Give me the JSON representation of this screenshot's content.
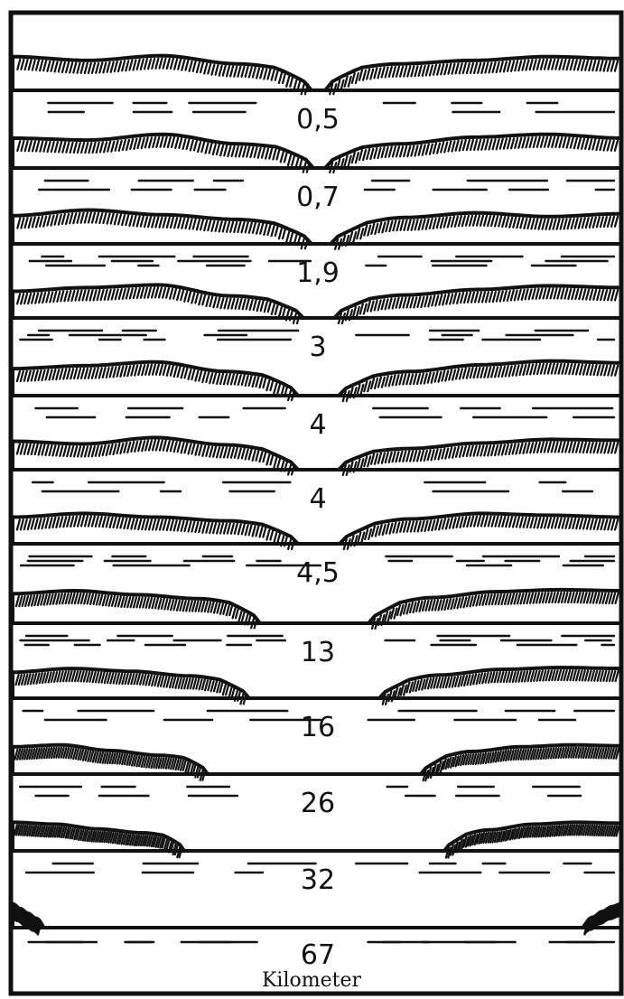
{
  "figure": {
    "panels": [
      {
        "label": ""
      },
      {
        "label": "0,5"
      },
      {
        "label": "0,7"
      },
      {
        "label": "1,9"
      },
      {
        "label": "3"
      },
      {
        "label": "4"
      },
      {
        "label": "4"
      },
      {
        "label": "4,5"
      },
      {
        "label": "13"
      },
      {
        "label": "16"
      },
      {
        "label": "26"
      },
      {
        "label": "32"
      },
      {
        "label": "67"
      }
    ],
    "unit": "Kilometer"
  }
}
